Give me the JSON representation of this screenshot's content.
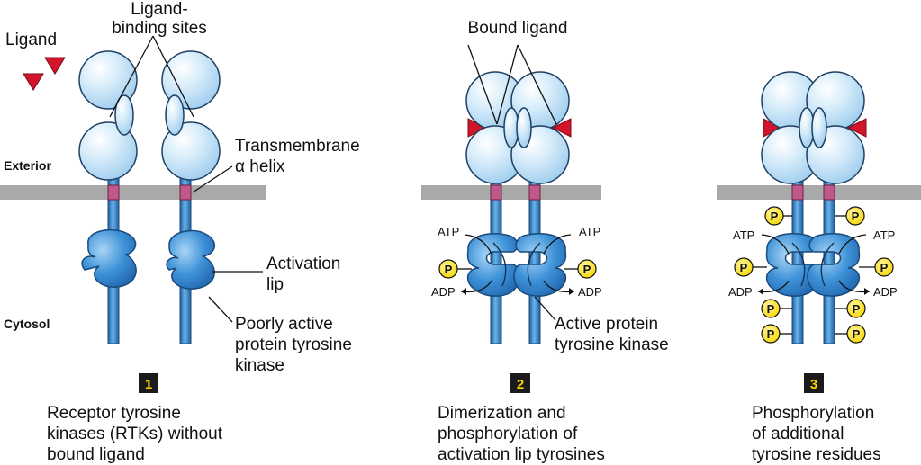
{
  "colors": {
    "domain_fill": "#c7e3f6",
    "domain_stroke": "#1f3f63",
    "stalk": "#3b8fd0",
    "membrane": "#a9a9a9",
    "tm_segment": "#c0588a",
    "kinase_fill": "#3f93d8",
    "ligand": "#d3152b",
    "phosphate": "#ffe100",
    "step_box": "#1a1a1a",
    "step_num": "#ffd200"
  },
  "labels": {
    "ligand": "Ligand",
    "ligand_binding_sites_1": "Ligand-",
    "ligand_binding_sites_2": "binding sites",
    "exterior": "Exterior",
    "cytosol": "Cytosol",
    "transmembrane_1": "Transmembrane",
    "transmembrane_2": "α helix",
    "activation_lip_1": "Activation",
    "activation_lip_2": "lip",
    "poorly_active_1": "Poorly active",
    "poorly_active_2": "protein tyrosine",
    "poorly_active_3": "kinase",
    "bound_ligand": "Bound ligand",
    "active_kinase_1": "Active protein",
    "active_kinase_2": "tyrosine kinase",
    "atp": "ATP",
    "adp": "ADP",
    "p": "P"
  },
  "steps": [
    {
      "number": "1",
      "caption_lines": [
        "Receptor tyrosine",
        "kinases (RTKs) without",
        "bound ligand"
      ]
    },
    {
      "number": "2",
      "caption_lines": [
        "Dimerization and",
        "phosphorylation of",
        "activation lip tyrosines"
      ]
    },
    {
      "number": "3",
      "caption_lines": [
        "Phosphorylation",
        "of additional",
        "tyrosine residues"
      ]
    }
  ]
}
